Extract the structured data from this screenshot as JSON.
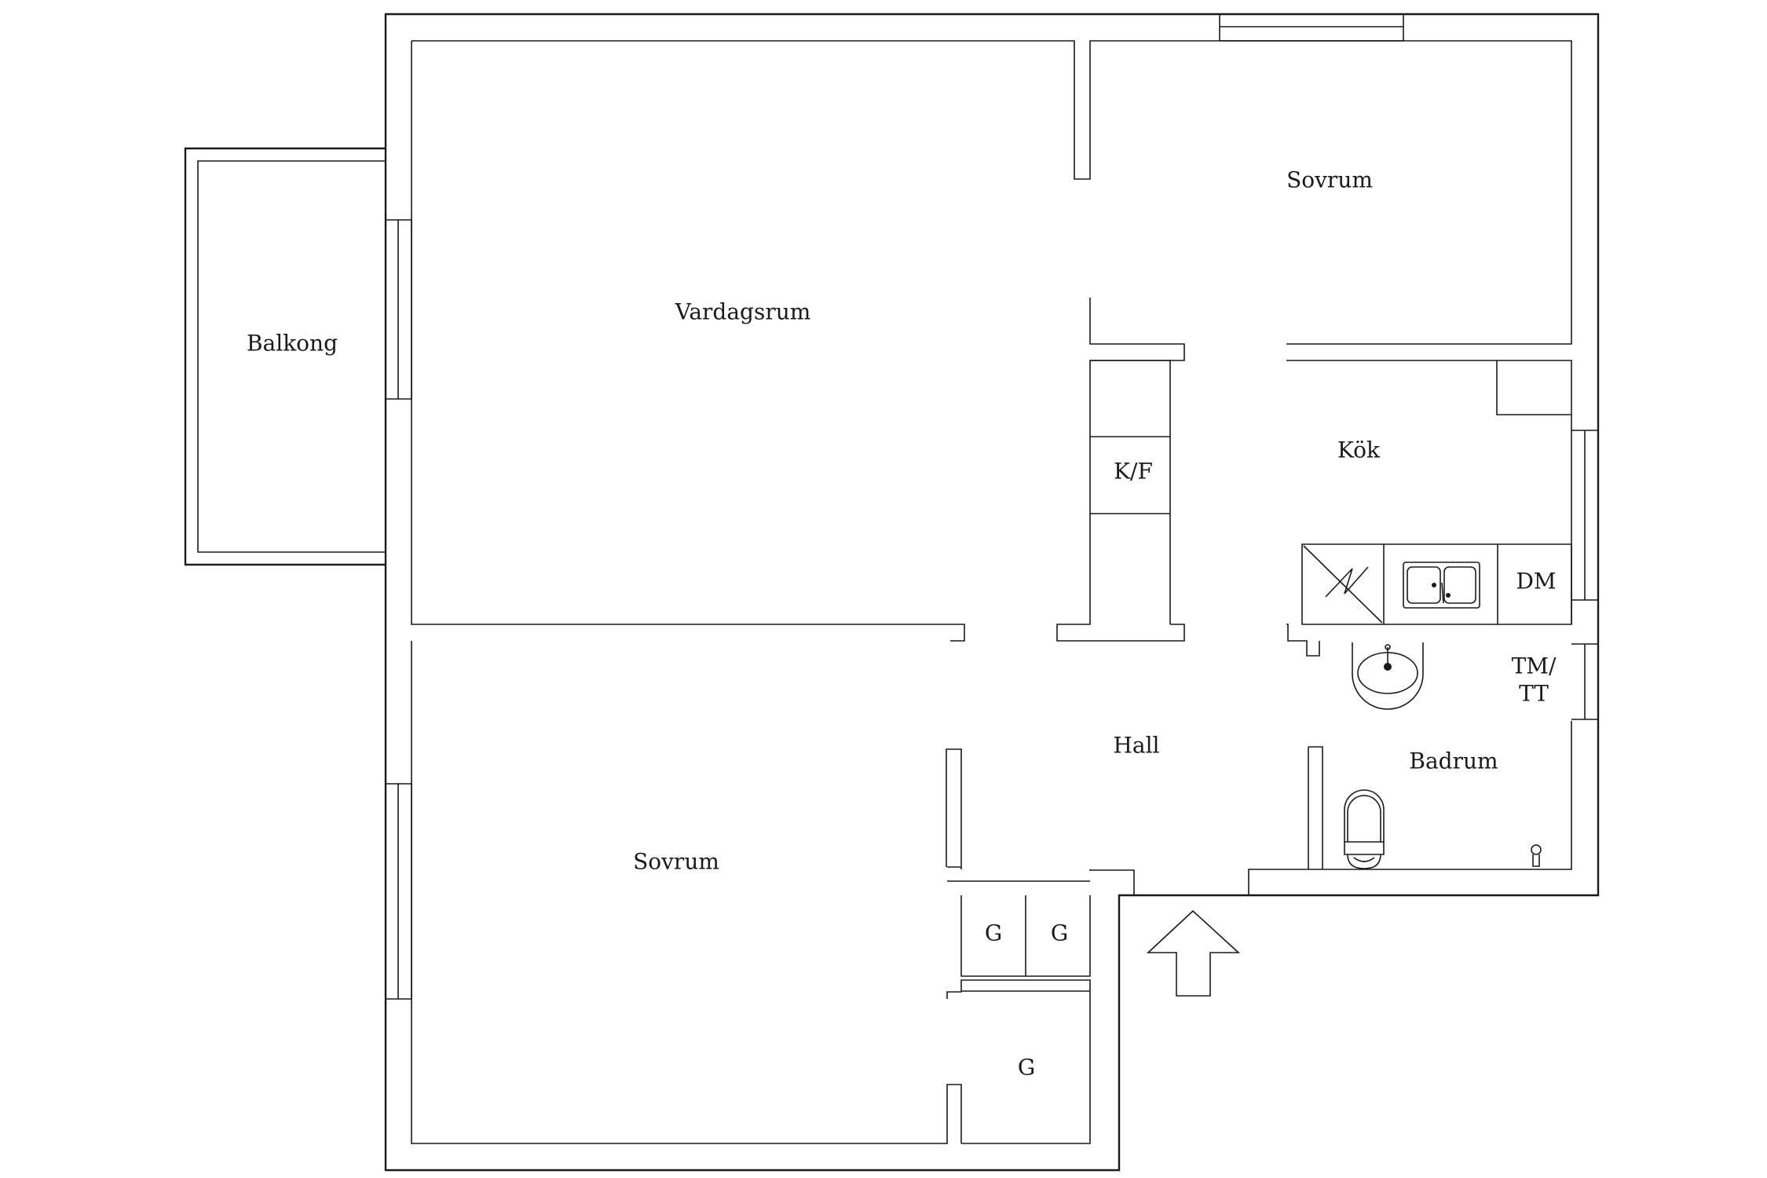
{
  "rooms": {
    "balkong": "Balkong",
    "vardagsrum": "Vardagsrum",
    "sovrum_top": "Sovrum",
    "kok": "Kök",
    "kf": "K/F",
    "dm": "DM",
    "tm_tt_line1": "TM/",
    "tm_tt_line2": "TT",
    "hall": "Hall",
    "badrum": "Badrum",
    "sovrum_bottom": "Sovrum",
    "g1": "G",
    "g2": "G",
    "g3": "G"
  },
  "icons": {
    "entrance": "entrance-arrow-icon",
    "stove": "stove-icon",
    "sink": "kitchen-sink-icon",
    "washbasin": "washbasin-icon",
    "toilet": "toilet-icon",
    "floor_drain": "floor-drain-icon"
  },
  "colors": {
    "line": "#1a1a1a",
    "background": "#ffffff"
  }
}
